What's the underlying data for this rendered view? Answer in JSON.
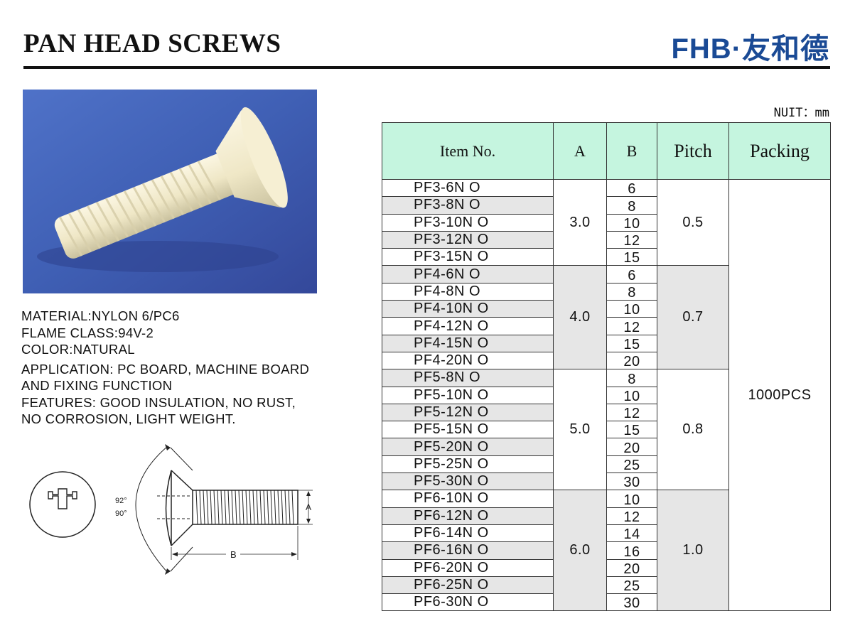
{
  "header": {
    "title": "PAN HEAD SCREWS",
    "brand": "FHB·友和德"
  },
  "specs": [
    "MATERIAL:NYLON 6/PC6",
    "FLAME CLASS:94V-2",
    "COLOR:NATURAL",
    "APPLICATION: PC BOARD, MACHINE BOARD",
    "AND FIXING FUNCTION",
    "FEATURES: GOOD INSULATION, NO RUST,",
    "NO CORROSION, LIGHT WEIGHT."
  ],
  "drawing": {
    "angle_top": "92°",
    "angle_bottom": "90°",
    "label_a": "A",
    "label_b": "B"
  },
  "unit": "NUIT：mm",
  "table": {
    "headers": [
      "Item No.",
      "A",
      "B",
      "Pitch",
      "Packing"
    ],
    "packing": "1000PCS",
    "groups": [
      {
        "a": "3.0",
        "pitch": "0.5",
        "rows": [
          {
            "item": "PF3-6N O",
            "b": "6"
          },
          {
            "item": "PF3-8N O",
            "b": "8"
          },
          {
            "item": "PF3-10N O",
            "b": "10"
          },
          {
            "item": "PF3-12N O",
            "b": "12"
          },
          {
            "item": "PF3-15N O",
            "b": "15"
          }
        ]
      },
      {
        "a": "4.0",
        "pitch": "0.7",
        "rows": [
          {
            "item": "PF4-6N O",
            "b": "6"
          },
          {
            "item": "PF4-8N O",
            "b": "8"
          },
          {
            "item": "PF4-10N O",
            "b": "10"
          },
          {
            "item": "PF4-12N O",
            "b": "12"
          },
          {
            "item": "PF4-15N O",
            "b": "15"
          },
          {
            "item": "PF4-20N O",
            "b": "20"
          }
        ]
      },
      {
        "a": "5.0",
        "pitch": "0.8",
        "rows": [
          {
            "item": "PF5-8N O",
            "b": "8"
          },
          {
            "item": "PF5-10N O",
            "b": "10"
          },
          {
            "item": "PF5-12N O",
            "b": "12"
          },
          {
            "item": "PF5-15N O",
            "b": "15"
          },
          {
            "item": "PF5-20N O",
            "b": "20"
          },
          {
            "item": "PF5-25N O",
            "b": "25"
          },
          {
            "item": "PF5-30N O",
            "b": "30"
          }
        ]
      },
      {
        "a": "6.0",
        "pitch": "1.0",
        "rows": [
          {
            "item": "PF6-10N O",
            "b": "10"
          },
          {
            "item": "PF6-12N O",
            "b": "12"
          },
          {
            "item": "PF6-14N O",
            "b": "14"
          },
          {
            "item": "PF6-16N O",
            "b": "16"
          },
          {
            "item": "PF6-20N O",
            "b": "20"
          },
          {
            "item": "PF6-25N O",
            "b": "25"
          },
          {
            "item": "PF6-30N O",
            "b": "30"
          }
        ]
      }
    ]
  }
}
